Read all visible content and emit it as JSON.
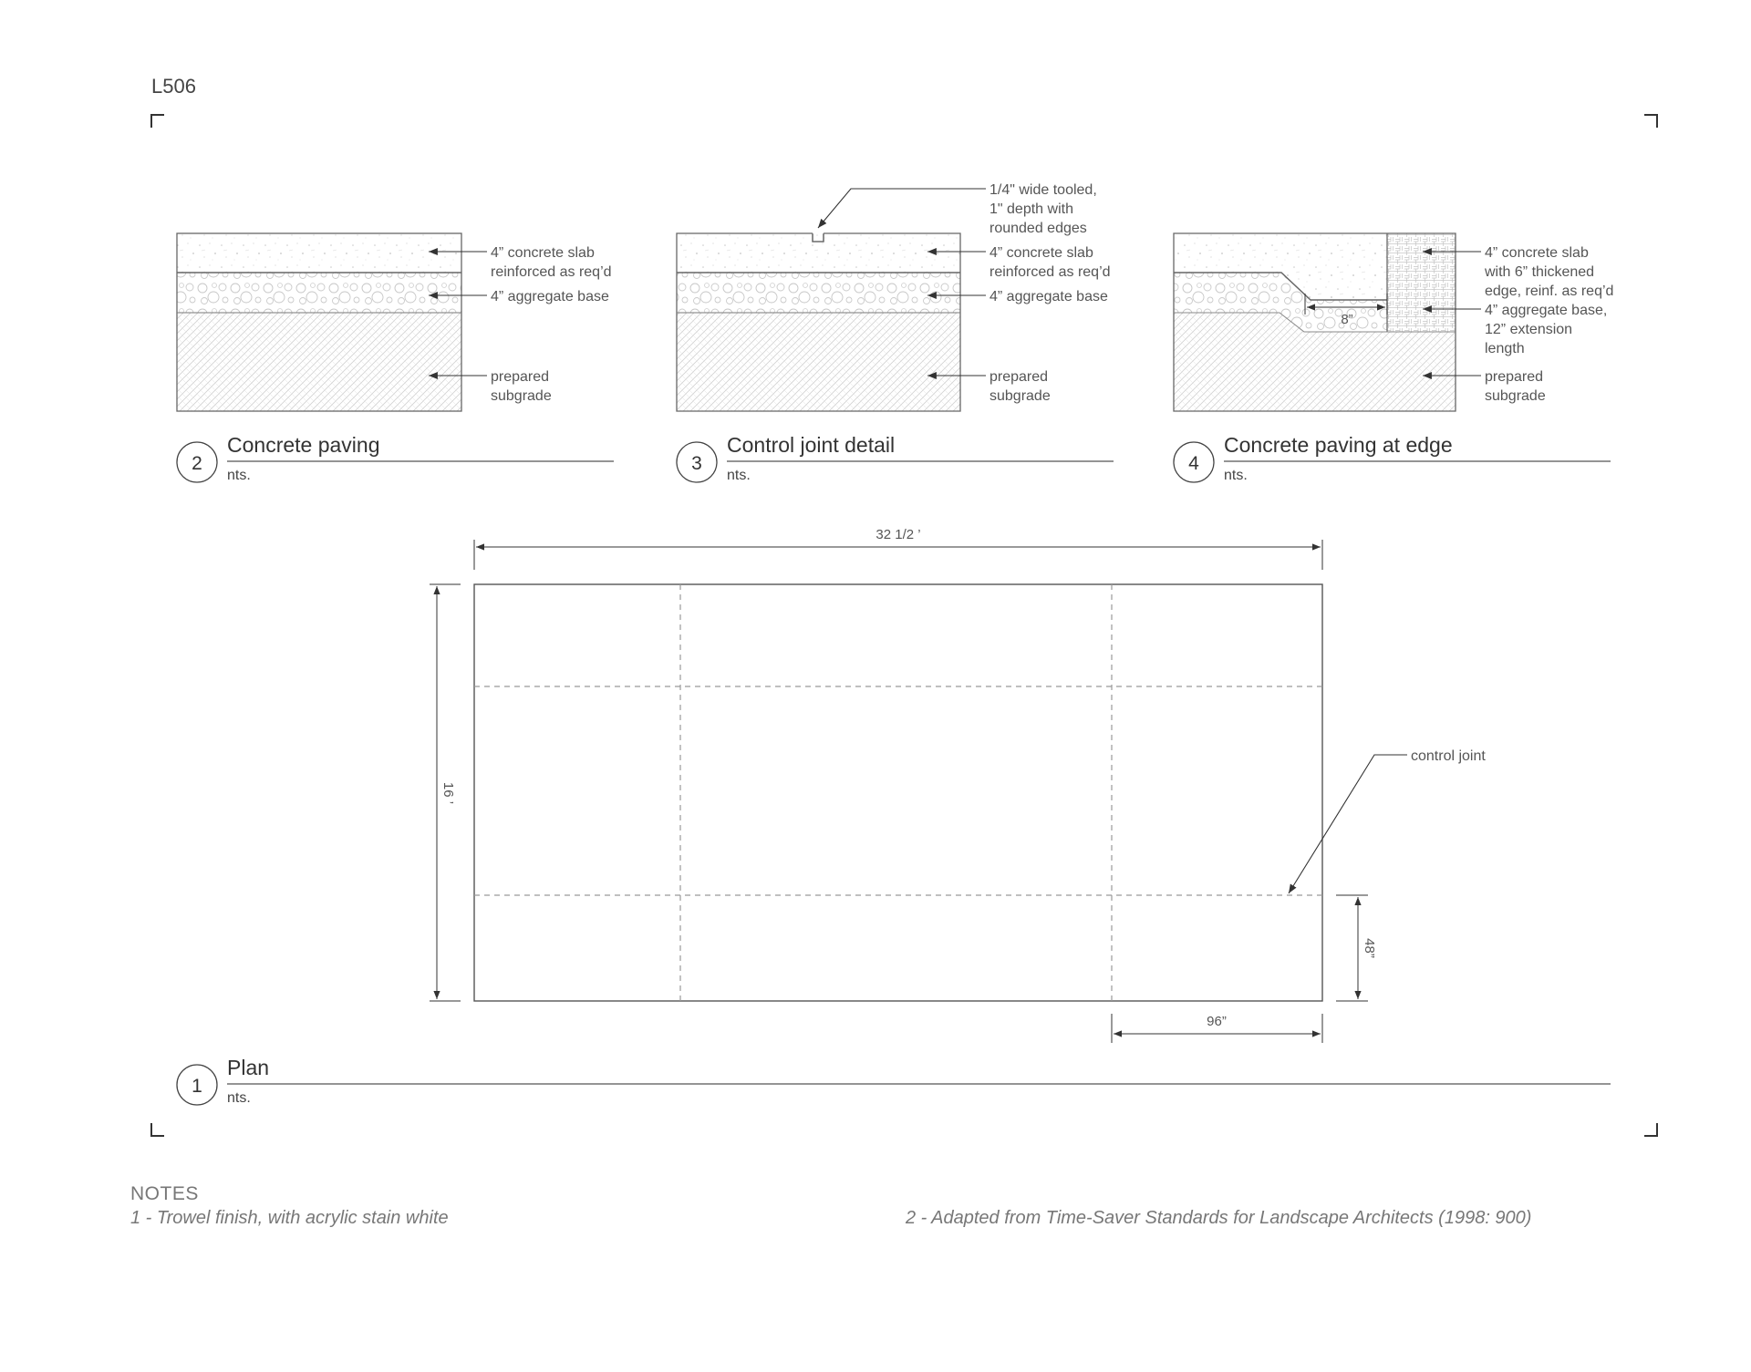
{
  "sheet": {
    "id": "L506"
  },
  "details": [
    {
      "number": "2",
      "title": "Concrete paving",
      "scale": "nts.",
      "callouts": [
        "4” concrete slab",
        "reinforced as req’d",
        "4” aggregate base",
        "prepared",
        "subgrade"
      ]
    },
    {
      "number": "3",
      "title": "Control joint detail",
      "scale": "nts.",
      "callouts": [
        "1/4\" wide tooled,",
        "1\" depth with",
        "rounded edges",
        "4” concrete slab",
        "reinforced as req’d",
        "4” aggregate base",
        "prepared",
        "subgrade"
      ]
    },
    {
      "number": "4",
      "title": "Concrete paving at edge",
      "scale": "nts.",
      "callouts": [
        "4” concrete slab",
        "with 6” thickened",
        "edge, reinf. as req’d",
        "4” aggregate base,",
        "12” extension",
        "length",
        "prepared",
        "subgrade"
      ],
      "dimension": "8”"
    }
  ],
  "plan": {
    "number": "1",
    "title": "Plan",
    "scale": "nts.",
    "dim_width": "32 1/2 ’",
    "dim_height": "16 ’",
    "dim_joint_vertical": "48”",
    "dim_joint_horizontal": "96”",
    "callout": "control joint"
  },
  "notes": {
    "title": "NOTES",
    "items": [
      "1 - Trowel finish, with acrylic stain white",
      "2 - Adapted from Time-Saver Standards for Landscape Architects (1998: 900)"
    ]
  },
  "colors": {
    "line": "#555555",
    "dashed": "#999999",
    "hatch": "#cfcfcf",
    "text": "#444444",
    "notes": "#777777"
  }
}
